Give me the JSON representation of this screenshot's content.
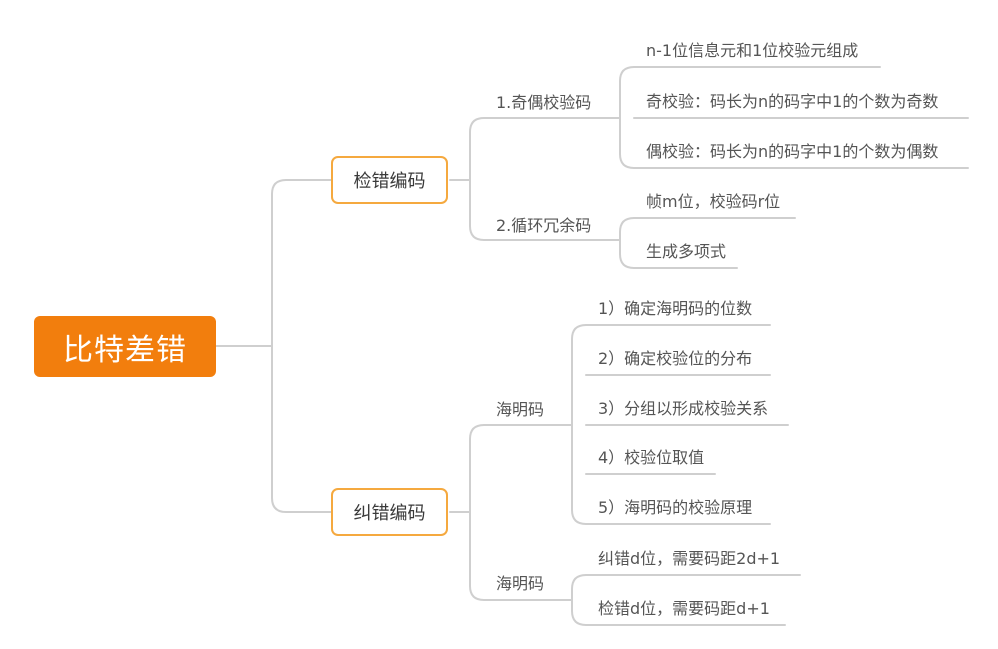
{
  "root": {
    "label": "比特差错"
  },
  "branches": [
    {
      "label": "检错编码",
      "groups": [
        {
          "label": "1.奇偶校验码",
          "items": [
            "n-1位信息元和1位校验元组成",
            "奇校验：码长为n的码字中1的个数为奇数",
            "偶校验：码长为n的码字中1的个数为偶数"
          ]
        },
        {
          "label": "2.循环冗余码",
          "items": [
            "帧m位，校验码r位",
            "生成多项式"
          ]
        }
      ]
    },
    {
      "label": "纠错编码",
      "groups": [
        {
          "label": "海明码",
          "items": [
            "1）确定海明码的位数",
            "2）确定校验位的分布",
            "3）分组以形成校验关系",
            "4）校验位取值",
            "5）海明码的校验原理"
          ]
        },
        {
          "label": "海明码",
          "items": [
            "纠错d位，需要码距2d+1",
            "检错d位，需要码距d+1"
          ]
        }
      ]
    }
  ]
}
